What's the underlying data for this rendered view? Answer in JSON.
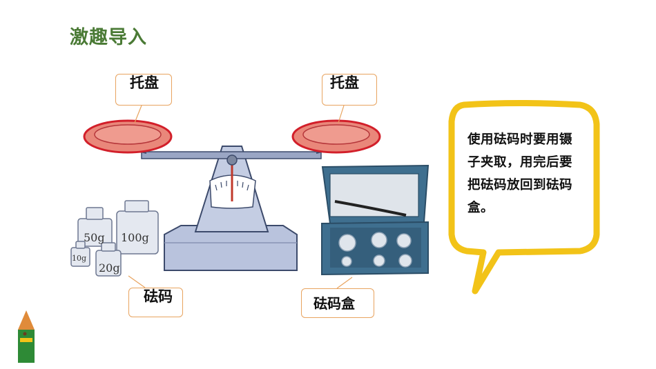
{
  "header": {
    "title": "激趣导入"
  },
  "labels": {
    "tray_left": "托盘",
    "tray_right": "托盘",
    "weights": "砝码",
    "weight_box": "砝码盒"
  },
  "weights": {
    "w50": "50g",
    "w100": "100g",
    "w10": "10g",
    "w20": "20g"
  },
  "bubble": {
    "text": "使用砝码时要用镊子夹取，用完后要把砝码放回到砝码盒。"
  },
  "colors": {
    "title": "#4a7a35",
    "tray_fill": "#e9877a",
    "tray_rim": "#d21f2a",
    "scale_body": "#b9c3dd",
    "label_border": "#e8a35e",
    "bubble_border": "#f2c318",
    "box_fill": "#3f6f8f"
  },
  "icons": {
    "pencil": "pencil-icon"
  }
}
